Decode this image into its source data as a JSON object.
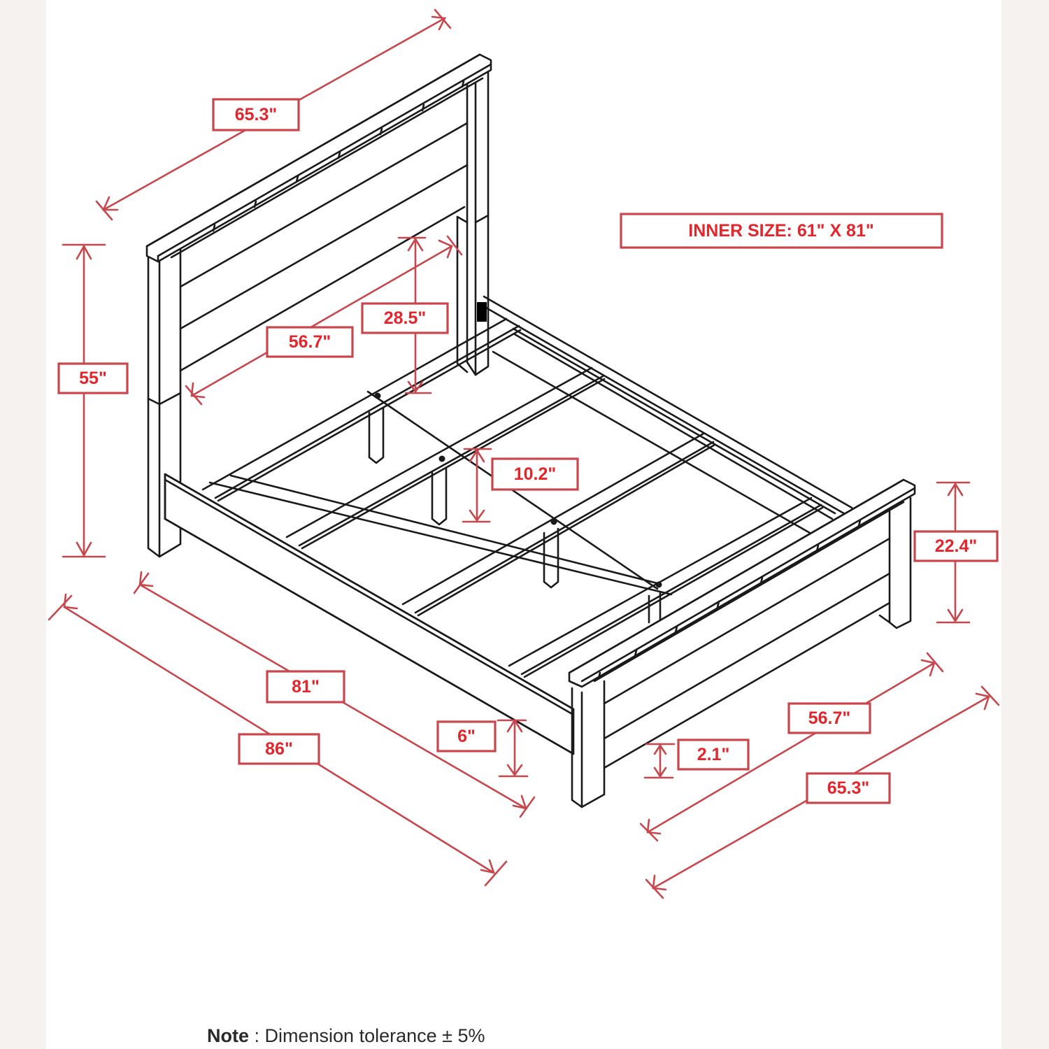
{
  "diagram": {
    "subject": "bed frame",
    "colors": {
      "dimension_line": "#c8474c",
      "dimension_text": "#e3252c",
      "drawing_line": "#1a1a1a",
      "background": "#ffffff",
      "page_margin": "#f6f2ef"
    },
    "headboard": {
      "width": "65.3\"",
      "height": "55\"",
      "panel_width": "56.7\"",
      "panel_height": "28.5\""
    },
    "inner_size": "INNER SIZE: 61\" X 81\"",
    "rails": {
      "side_rail_length": "81\"",
      "overall_length": "86\"",
      "rail_height": "6\"",
      "center_leg_height": "10.2\""
    },
    "footboard": {
      "height": "22.4\"",
      "panel_width": "56.7\"",
      "width": "65.3\"",
      "clearance": "2.1\""
    },
    "note": {
      "label": "Note",
      "separator": " : ",
      "text": "Dimension tolerance  ± 5%"
    }
  }
}
